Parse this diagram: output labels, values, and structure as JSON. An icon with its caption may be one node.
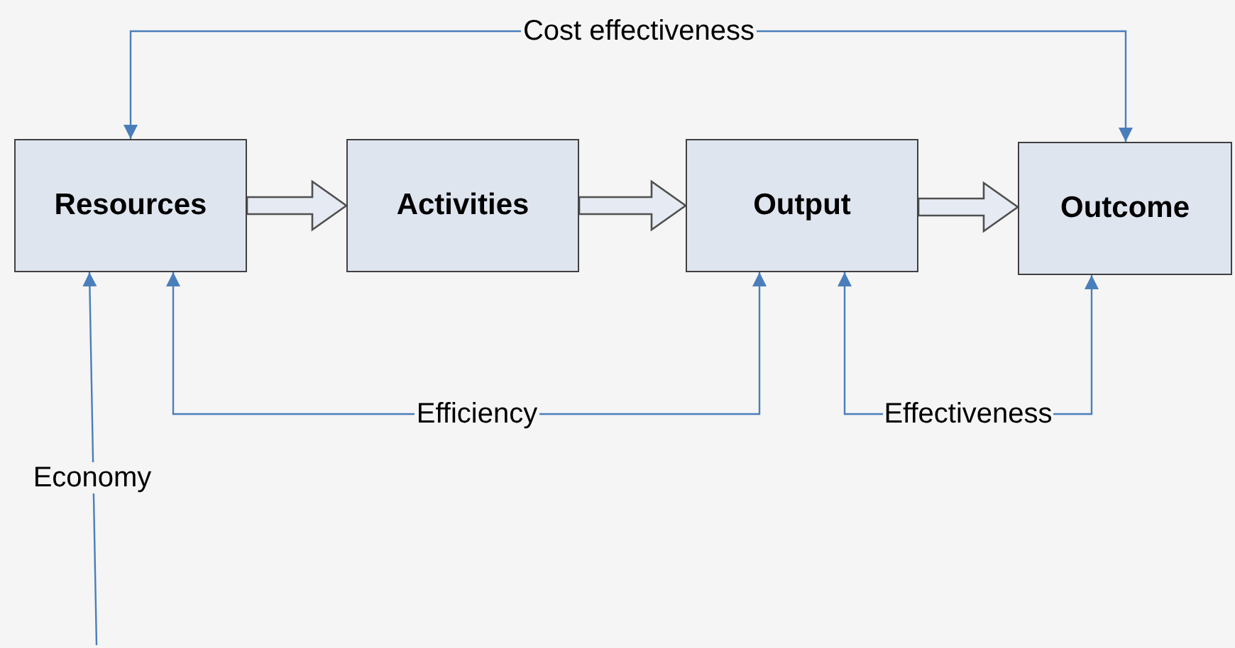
{
  "diagram": {
    "nodes": [
      {
        "text": [
          "Resources"
        ]
      },
      {
        "text": [
          "Activities"
        ]
      },
      {
        "text": [
          "Output"
        ]
      },
      {
        "text": [
          "Outcome"
        ]
      }
    ],
    "edges": [
      {
        "from": 0,
        "to": 1,
        "arrow": "to",
        "style": "thick"
      },
      {
        "from": 1,
        "to": 2,
        "arrow": "to",
        "style": "thick"
      },
      {
        "from": 2,
        "to": 3,
        "arrow": "to",
        "style": "thick"
      },
      {
        "from": 0,
        "to": 3,
        "arrow": "both",
        "label": "Cost effectiveness"
      },
      {
        "from": 0,
        "to": 2,
        "arrow": "both",
        "label": "Efficiency"
      },
      {
        "from": 2,
        "to": 3,
        "arrow": "both",
        "label": "Effectiveness"
      },
      {
        "from": null,
        "to": 0,
        "arrow": "to",
        "label": "Economy"
      }
    ]
  }
}
